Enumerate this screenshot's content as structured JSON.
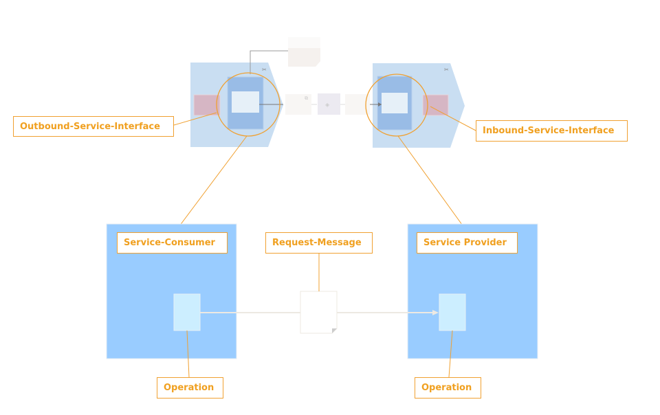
{
  "colors": {
    "accent": "#f0a030",
    "service_box": "#99ccff",
    "operation_box": "#cceeff",
    "interface_shape": "#c9def2",
    "interface_inner": "#99bce6",
    "interface_red": "#d9b8c6"
  },
  "top_section": {
    "outbound_interface_label": "Outbound-Service-Interface",
    "inbound_interface_label": "Inbound-Service-Interface",
    "icons": [
      "scissors-icon",
      "mapping-icon",
      "routing-icon"
    ]
  },
  "bottom_section": {
    "consumer_label": "Service-Consumer",
    "provider_label": "Service Provider",
    "message_label": "Request-Message",
    "consumer_operation_label": "Operation",
    "provider_operation_label": "Operation"
  }
}
